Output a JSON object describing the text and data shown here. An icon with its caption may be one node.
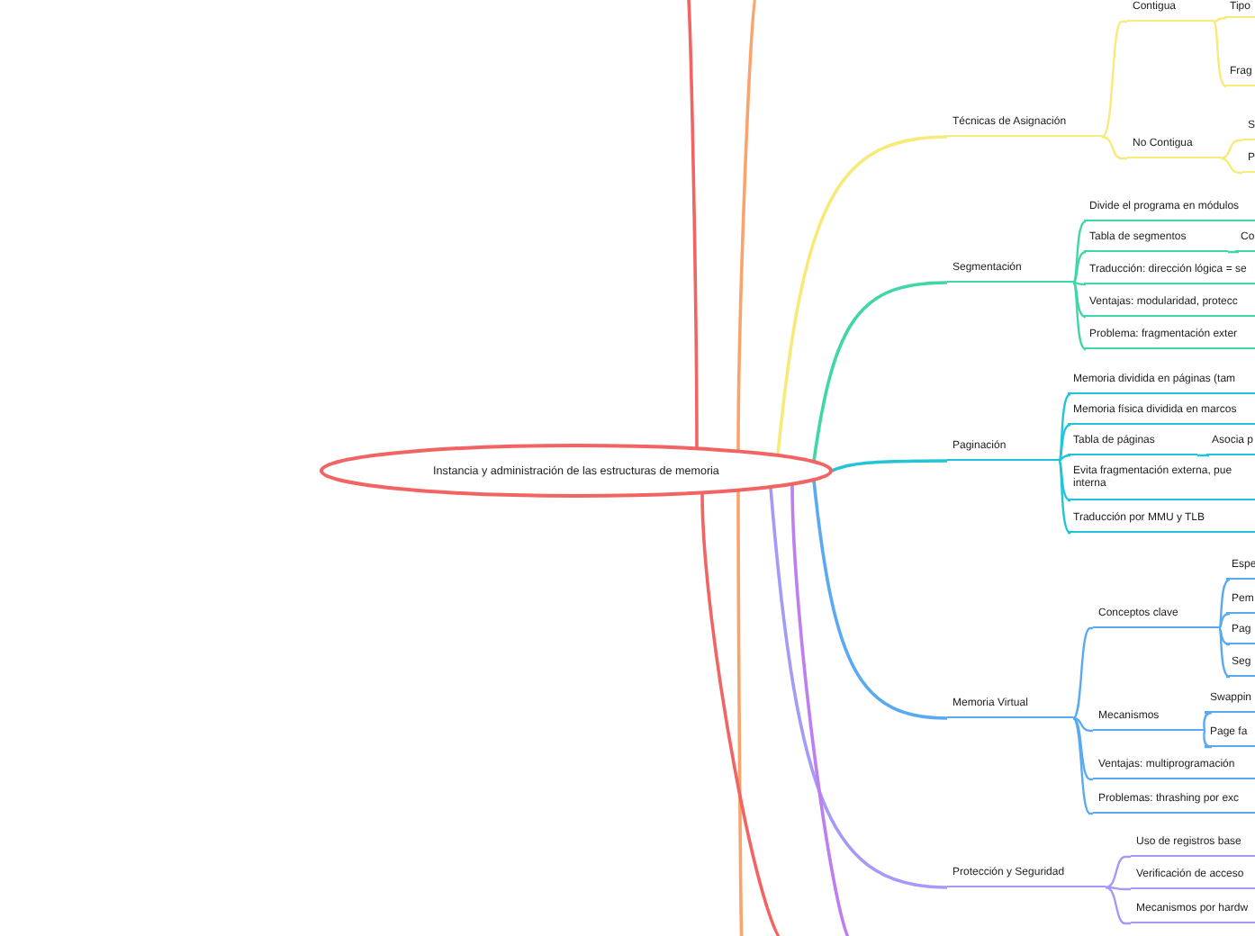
{
  "diagram": {
    "nodes": [
      {
        "text": [
          "Instancia y administración de las estructuras de memoria"
        ]
      },
      {
        "text": [
          "Técnicas de Asignación"
        ]
      },
      {
        "text": [
          "Contigua"
        ]
      },
      {
        "text": [
          "Tipo"
        ]
      },
      {
        "text": [
          "Frag"
        ]
      },
      {
        "text": [
          "No Contigua"
        ]
      },
      {
        "text": [
          "S"
        ]
      },
      {
        "text": [
          "P"
        ]
      },
      {
        "text": [
          "Segmentación"
        ]
      },
      {
        "text": [
          "Divide el programa en módulos"
        ]
      },
      {
        "text": [
          "Tabla de segmentos"
        ]
      },
      {
        "text": [
          "Co"
        ]
      },
      {
        "text": [
          "Traducción: dirección lógica = se"
        ]
      },
      {
        "text": [
          "Ventajas: modularidad, protecc"
        ]
      },
      {
        "text": [
          "Problema: fragmentación exter"
        ]
      },
      {
        "text": [
          "Paginación"
        ]
      },
      {
        "text": [
          "Memoria dividida en páginas (tam"
        ]
      },
      {
        "text": [
          "Memoria física dividida en marcos"
        ]
      },
      {
        "text": [
          "Tabla de páginas"
        ]
      },
      {
        "text": [
          "Asocia p"
        ]
      },
      {
        "text": [
          "Evita fragmentación externa, pue interna"
        ]
      },
      {
        "text": [
          "Traducción por MMU y TLB"
        ]
      },
      {
        "text": [
          "Memoria Virtual"
        ]
      },
      {
        "text": [
          "Conceptos clave"
        ]
      },
      {
        "text": [
          "Espe"
        ]
      },
      {
        "text": [
          "Pem"
        ]
      },
      {
        "text": [
          "Pag"
        ]
      },
      {
        "text": [
          "Seg"
        ]
      },
      {
        "text": [
          "Mecanismos"
        ]
      },
      {
        "text": [
          "Swappin"
        ]
      },
      {
        "text": [
          "Page fa"
        ]
      },
      {
        "text": [
          "Ventajas: multiprogramación"
        ]
      },
      {
        "text": [
          "Problemas: thrashing por exc"
        ]
      },
      {
        "text": [
          "Protección y Seguridad"
        ]
      },
      {
        "text": [
          "Uso de registros base"
        ]
      },
      {
        "text": [
          "Verificación de acceso"
        ]
      },
      {
        "text": [
          "Mecanismos por hardw"
        ]
      }
    ],
    "edges": [
      {
        "from": 0,
        "to": null,
        "arrow": "none",
        "color": "#f26464"
      },
      {
        "from": 0,
        "to": null,
        "arrow": "none",
        "color": "#f9a46c"
      },
      {
        "from": 0,
        "to": 1,
        "arrow": "none",
        "color": "#f7ea7a"
      },
      {
        "from": 1,
        "to": 2,
        "arrow": "none",
        "color": "#f7ea7a"
      },
      {
        "from": 2,
        "to": 3,
        "arrow": "none",
        "color": "#f7ea7a"
      },
      {
        "from": 2,
        "to": 4,
        "arrow": "none",
        "color": "#f7ea7a"
      },
      {
        "from": 1,
        "to": 5,
        "arrow": "none",
        "color": "#f7ea7a"
      },
      {
        "from": 5,
        "to": 6,
        "arrow": "none",
        "color": "#f7ea7a"
      },
      {
        "from": 5,
        "to": 7,
        "arrow": "none",
        "color": "#f7ea7a"
      },
      {
        "from": 0,
        "to": 8,
        "arrow": "none",
        "color": "#3fd6a8"
      },
      {
        "from": 8,
        "to": 9,
        "arrow": "none",
        "color": "#3fd6a8"
      },
      {
        "from": 8,
        "to": 10,
        "arrow": "none",
        "color": "#3fd6a8"
      },
      {
        "from": 10,
        "to": 11,
        "arrow": "none",
        "color": "#3fd6a8"
      },
      {
        "from": 8,
        "to": 12,
        "arrow": "none",
        "color": "#3fd6a8"
      },
      {
        "from": 8,
        "to": 13,
        "arrow": "none",
        "color": "#3fd6a8"
      },
      {
        "from": 8,
        "to": 14,
        "arrow": "none",
        "color": "#3fd6a8"
      },
      {
        "from": 0,
        "to": 15,
        "arrow": "none",
        "color": "#22c4d8"
      },
      {
        "from": 15,
        "to": 16,
        "arrow": "none",
        "color": "#22c4d8"
      },
      {
        "from": 15,
        "to": 17,
        "arrow": "none",
        "color": "#22c4d8"
      },
      {
        "from": 15,
        "to": 18,
        "arrow": "none",
        "color": "#22c4d8"
      },
      {
        "from": 18,
        "to": 19,
        "arrow": "none",
        "color": "#22c4d8"
      },
      {
        "from": 15,
        "to": 20,
        "arrow": "none",
        "color": "#22c4d8"
      },
      {
        "from": 15,
        "to": 21,
        "arrow": "none",
        "color": "#22c4d8"
      },
      {
        "from": 0,
        "to": 22,
        "arrow": "none",
        "color": "#5aaaf2"
      },
      {
        "from": 22,
        "to": 23,
        "arrow": "none",
        "color": "#5aaaf2"
      },
      {
        "from": 23,
        "to": 24,
        "arrow": "none",
        "color": "#5aaaf2"
      },
      {
        "from": 23,
        "to": 25,
        "arrow": "none",
        "color": "#5aaaf2"
      },
      {
        "from": 23,
        "to": 26,
        "arrow": "none",
        "color": "#5aaaf2"
      },
      {
        "from": 23,
        "to": 27,
        "arrow": "none",
        "color": "#5aaaf2"
      },
      {
        "from": 22,
        "to": 28,
        "arrow": "none",
        "color": "#5aaaf2"
      },
      {
        "from": 28,
        "to": 29,
        "arrow": "none",
        "color": "#5aaaf2"
      },
      {
        "from": 28,
        "to": 30,
        "arrow": "none",
        "color": "#5aaaf2"
      },
      {
        "from": 22,
        "to": 31,
        "arrow": "none",
        "color": "#5aaaf2"
      },
      {
        "from": 22,
        "to": 32,
        "arrow": "none",
        "color": "#5aaaf2"
      },
      {
        "from": 0,
        "to": 33,
        "arrow": "none",
        "color": "#a49af8"
      },
      {
        "from": 33,
        "to": 34,
        "arrow": "none",
        "color": "#a49af8"
      },
      {
        "from": 33,
        "to": 35,
        "arrow": "none",
        "color": "#a49af8"
      },
      {
        "from": 33,
        "to": 36,
        "arrow": "none",
        "color": "#a49af8"
      },
      {
        "from": 0,
        "to": null,
        "arrow": "none",
        "color": "#f9a46c"
      },
      {
        "from": 0,
        "to": null,
        "arrow": "none",
        "color": "#f26464"
      },
      {
        "from": 0,
        "to": null,
        "arrow": "none",
        "color": "#be7ef0"
      }
    ]
  }
}
